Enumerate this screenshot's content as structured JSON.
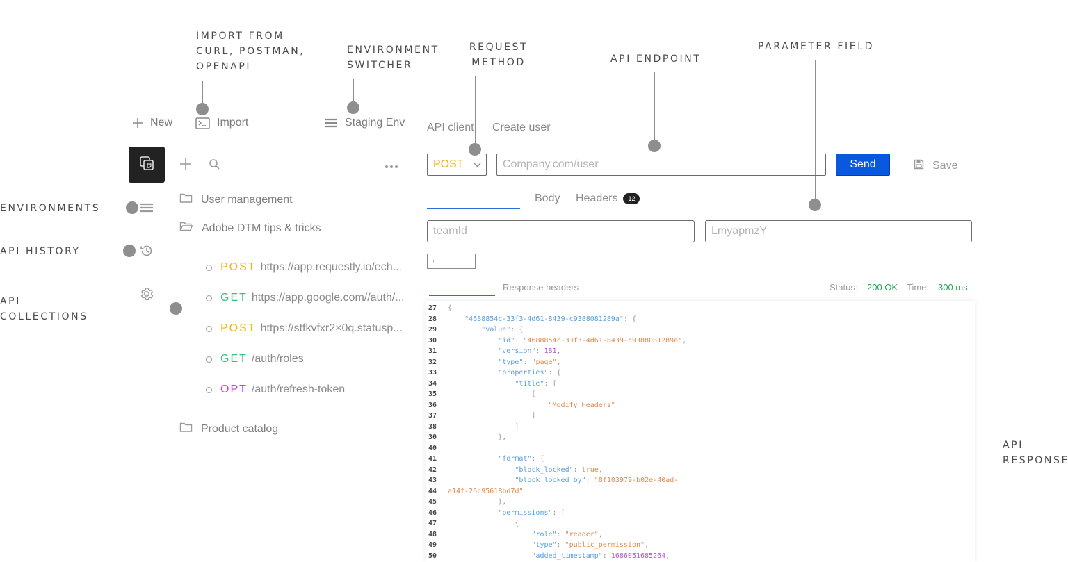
{
  "annotations": {
    "import_from": "IMPORT FROM\ncURL, Postman,\nOpenAPI",
    "environment_switcher": "ENVIRONMENT\nSWITCHER",
    "request_method": "REQUEST\nMETHOD",
    "api_endpoint": "API ENDPOINT",
    "parameter_field": "PARAMETER FIELD",
    "environments": "ENVIRONMENTS",
    "api_history": "API HISTORY",
    "api_collections": "API\nCOLLECTIONS",
    "api_response": "API\nRESPONSE"
  },
  "toolbar": {
    "new_label": "New",
    "import_label": "Import",
    "env_label": "Staging Env"
  },
  "sidebar": {
    "folders": [
      "User management",
      "Adobe DTM tips & tricks",
      "Product catalog"
    ],
    "requests": [
      {
        "method": "POST",
        "url": "https://app.requestly.io/ech..."
      },
      {
        "method": "GET",
        "url": "https://app.google.com//auth/..."
      },
      {
        "method": "POST",
        "url": "https://stfkvfxr2×0q.statusp..."
      },
      {
        "method": "GET",
        "url": "/auth/roles"
      },
      {
        "method": "OPT",
        "url": "/auth/refresh-token"
      }
    ]
  },
  "breadcrumb": {
    "root": "API client",
    "current": "Create user"
  },
  "request": {
    "method": "POST",
    "url_placeholder": "Company.com/user",
    "send_label": "Send",
    "save_label": "Save"
  },
  "tabs": {
    "body": "Body",
    "headers": "Headers",
    "headers_count": "12"
  },
  "params": {
    "key": "teamId",
    "value": "LmyapmzY",
    "add_label": "+"
  },
  "response": {
    "headers_tab": "Response headers",
    "status_label": "Status:",
    "status_value": "200 OK",
    "time_label": "Time:",
    "time_value": "300 ms"
  },
  "code_lines": [
    {
      "n": "27",
      "t": "{"
    },
    {
      "n": "28",
      "t": "    \"4688854c-33f3-4d61-8439-c9388081289a\": {"
    },
    {
      "n": "29",
      "t": "        \"value\": {"
    },
    {
      "n": "30",
      "t": "            \"id\": \"4688854c-33f3-4d61-8439-c9388081289a\","
    },
    {
      "n": "31",
      "t": "            \"version\": 181,"
    },
    {
      "n": "32",
      "t": "            \"type\": \"page\","
    },
    {
      "n": "33",
      "t": "            \"properties\": {"
    },
    {
      "n": "34",
      "t": "                \"title\": ["
    },
    {
      "n": "35",
      "t": "                    ["
    },
    {
      "n": "36",
      "t": "                        \"Modify Headers\""
    },
    {
      "n": "37",
      "t": "                    ]"
    },
    {
      "n": "38",
      "t": "                ]"
    },
    {
      "n": "30",
      "t": "            },"
    },
    {
      "n": "40",
      "t": ""
    },
    {
      "n": "41",
      "t": "            \"format\": {"
    },
    {
      "n": "42",
      "t": "                \"block_locked\": true,"
    },
    {
      "n": "43",
      "t": "                \"block_locked_by\": \"8f103979-b02e-40ad-"
    },
    {
      "n": "44",
      "t": "a14f-26c95618bd7d\""
    },
    {
      "n": "45",
      "t": "            },"
    },
    {
      "n": "46",
      "t": "            \"permissions\": ["
    },
    {
      "n": "47",
      "t": "                {"
    },
    {
      "n": "48",
      "t": "                    \"role\": \"reader\","
    },
    {
      "n": "49",
      "t": "                    \"type\": \"public_permission\","
    },
    {
      "n": "50",
      "t": "                    \"added_timestamp\": 1686051685264,"
    }
  ]
}
